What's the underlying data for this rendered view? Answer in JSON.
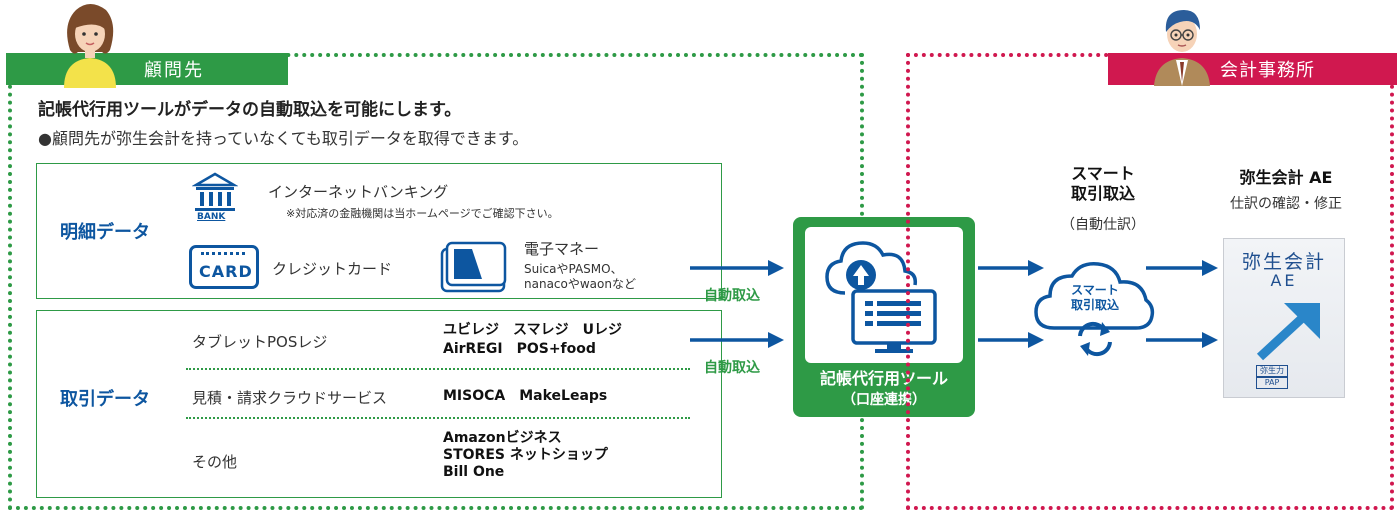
{
  "client": {
    "tab_label": "顧問先",
    "headline": "記帳代行用ツールがデータの自動取込を可能にします。",
    "subline": "●顧問先が弥生会計を持っていなくても取引データを取得できます。"
  },
  "meisai": {
    "title": "明細データ",
    "banking_label": "インターネットバンキング",
    "banking_note": "※対応済の金融機関は当ホームページでご確認下さい。",
    "bank_icon_text": "BANK",
    "card_icon_text": "CARD",
    "credit_label": "クレジットカード",
    "emoney_label": "電子マネー",
    "emoney_note1": "SuicaやPASMO、",
    "emoney_note2": "nanacoやwaonなど"
  },
  "torihiki": {
    "title": "取引データ",
    "rows": [
      {
        "label": "タブレットPOSレジ",
        "brands": [
          "ユビレジ　スマレジ　Uレジ",
          "AirREGI　POS+food"
        ]
      },
      {
        "label": "見積・請求クラウドサービス",
        "brands": [
          "MISOCA　MakeLeaps"
        ]
      },
      {
        "label": "その他",
        "brands": [
          "Amazonビジネス",
          "STORES ネットショップ",
          "Bill One"
        ]
      }
    ]
  },
  "arrows": {
    "auto_label_1": "自動取込",
    "auto_label_2": "自動取込"
  },
  "tool": {
    "label": "記帳代行用ツール",
    "sublabel": "（口座連携）"
  },
  "office": {
    "tab_label": "会計事務所",
    "smart_title_1": "スマート",
    "smart_title_2": "取引取込",
    "smart_sub": "（自動仕訳）",
    "cloud_text_1": "スマート",
    "cloud_text_2": "取引取込",
    "ae_title": "弥生会計 AE",
    "ae_sub": "仕訳の確認・修正",
    "ae_box_1": "弥生会計",
    "ae_box_2": "AE",
    "ae_logo_top": "弥生力",
    "ae_logo_bottom": "PAP"
  },
  "colors": {
    "green": "#2e9a46",
    "red": "#d0184f",
    "blue": "#0d56a0"
  }
}
